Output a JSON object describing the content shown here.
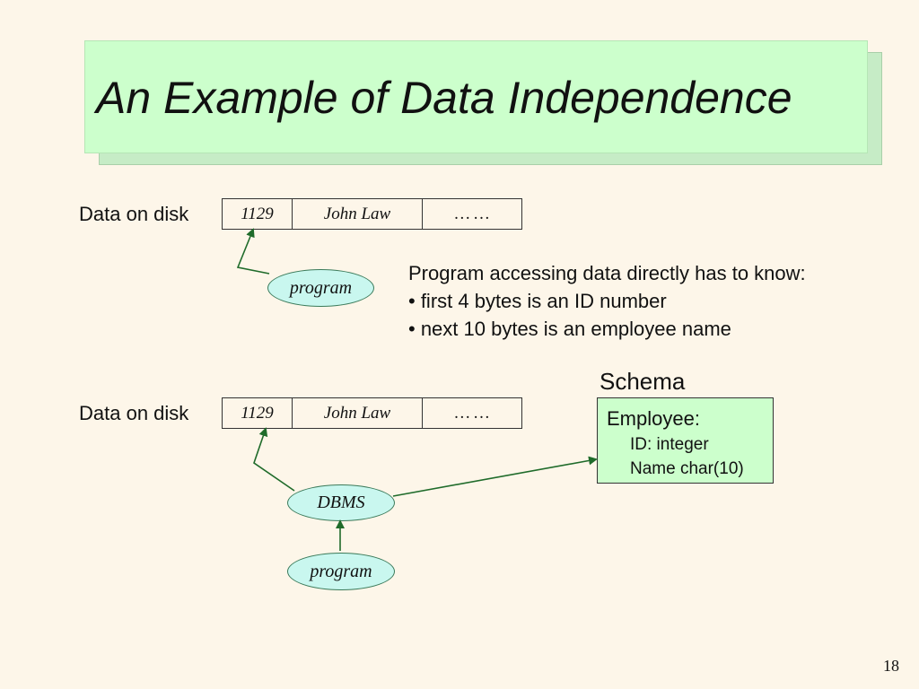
{
  "title": "An Example of Data Independence",
  "top": {
    "disk_label": "Data on disk",
    "record": [
      "1129",
      "John Law",
      "… …"
    ],
    "program_label": "program",
    "notes": [
      "Program accessing data directly has to know:",
      "• first 4 bytes is an ID number",
      "• next 10 bytes is an employee name"
    ]
  },
  "bottom": {
    "disk_label": "Data on disk",
    "record": [
      "1129",
      "John Law",
      "… …"
    ],
    "dbms_label": "DBMS",
    "program_label": "program"
  },
  "schema": {
    "label": "Schema",
    "entity": "Employee:",
    "fields": [
      "ID: integer",
      "Name char(10)"
    ]
  },
  "page_number": "18",
  "colors": {
    "background": "#fdf6e9",
    "title_fill": "#ccffcc",
    "ellipse_fill": "#c9f7ef",
    "arrow": "#1f6b2a"
  }
}
